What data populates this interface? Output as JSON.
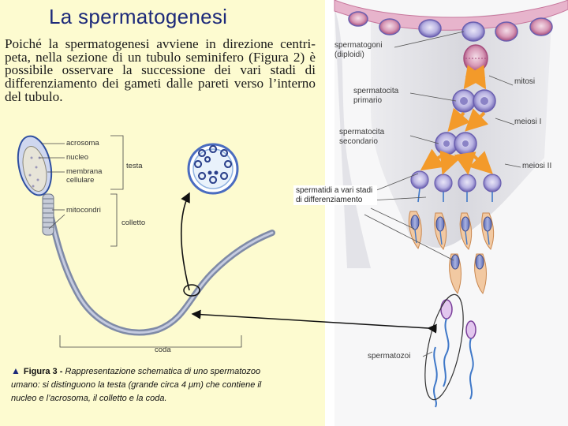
{
  "title": "La spermatogenesi",
  "intro_text": "Poiché la spermatogenesi avviene in direzione centri-peta, nella sezione di un tubulo seminifero (Figura 2) è possibile osservare la successione dei vari stadi di differenziamento dei gameti dalle pareti verso l’interno del tubulo.",
  "figure3": {
    "labels": {
      "acrosoma": "acrosoma",
      "nucleo": "nucleo",
      "membrana": "membrana cellulare",
      "testa": "testa",
      "mitocondri": "mitocondri",
      "colletto": "colletto",
      "coda": "coda"
    },
    "caption_lead": "Figura 3 -",
    "caption_text": "Rappresentazione schematica di uno spermatozoo umano: si distinguono la testa (grande circa 4 μm) che contiene il nucleo e l’acrosoma, il colletto e la coda."
  },
  "figure2": {
    "labels": {
      "spermatogoni": "spermatogoni (diploidi)",
      "spermatocita_primario": "spermatocita primario",
      "spermatocita_secondario": "spermatocita secondario",
      "mitosi": "mitosi",
      "meiosi1": "meiosi I",
      "meiosi2": "meiosi II",
      "spermatidi": "spermatidi a vari stadi di differenziamento",
      "spermatozoi": "spermatozoi"
    }
  },
  "colors": {
    "left_background": "#fdfbd0",
    "title": "#1d2a7a",
    "cell_purple": "#6a5fb0",
    "arrow_orange": "#f39a2a",
    "tissue": "#e6e6ea",
    "tail_blue": "#3f78c8"
  }
}
